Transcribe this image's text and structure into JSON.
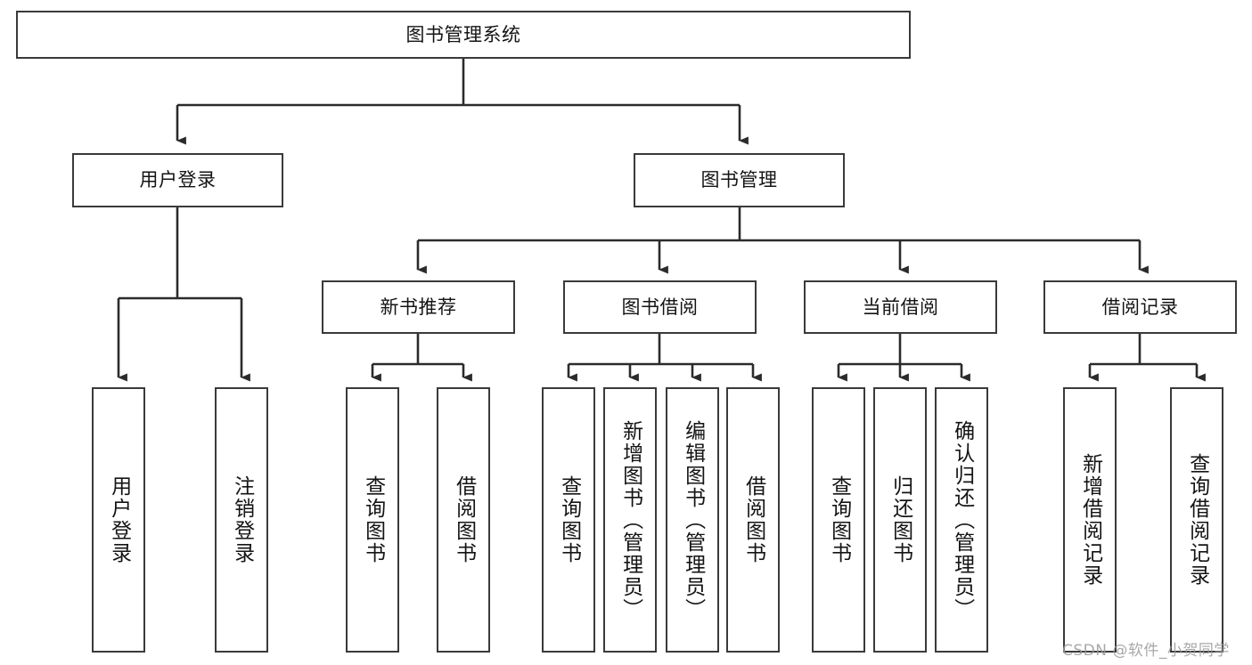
{
  "diagram": {
    "title": "图书管理系统",
    "type": "tree",
    "orientation": "top-down",
    "colors": {
      "box_border": "#3a3a3a",
      "box_fill": "#ffffff",
      "connector": "#2b2b2b",
      "text": "#141414",
      "watermark": "#9a9a9a",
      "background": "#ffffff"
    }
  },
  "root": {
    "label": "图书管理系统"
  },
  "level2": [
    {
      "id": "user-login",
      "label": "用户登录"
    },
    {
      "id": "book-management",
      "label": "图书管理"
    }
  ],
  "level3": [
    {
      "id": "new-book-recommend",
      "label": "新书推荐"
    },
    {
      "id": "book-borrow",
      "label": "图书借阅"
    },
    {
      "id": "current-borrow",
      "label": "当前借阅"
    },
    {
      "id": "borrow-record",
      "label": "借阅记录"
    }
  ],
  "leaves": {
    "user_login": [
      {
        "id": "user-login-leaf",
        "label": "用户登录"
      },
      {
        "id": "logout-leaf",
        "label": "注销登录"
      }
    ],
    "new_book_recommend": [
      {
        "id": "query-book-1",
        "label": "查询图书"
      },
      {
        "id": "borrow-book-1",
        "label": "借阅图书"
      }
    ],
    "book_borrow": [
      {
        "id": "query-book-2",
        "label": "查询图书"
      },
      {
        "id": "add-book",
        "label": "新增图书（管理员）"
      },
      {
        "id": "edit-book",
        "label": "编辑图书（管理员）"
      },
      {
        "id": "borrow-book-2",
        "label": "借阅图书"
      }
    ],
    "current_borrow": [
      {
        "id": "query-book-3",
        "label": "查询图书"
      },
      {
        "id": "return-book",
        "label": "归还图书"
      },
      {
        "id": "confirm-return",
        "label": "确认归还（管理员）"
      }
    ],
    "borrow_record": [
      {
        "id": "add-borrow-record",
        "label": "新增借阅记录"
      },
      {
        "id": "query-borrow-record",
        "label": "查询借阅记录"
      }
    ]
  },
  "watermark": {
    "text": "CSDN @软件_小贺同学"
  }
}
